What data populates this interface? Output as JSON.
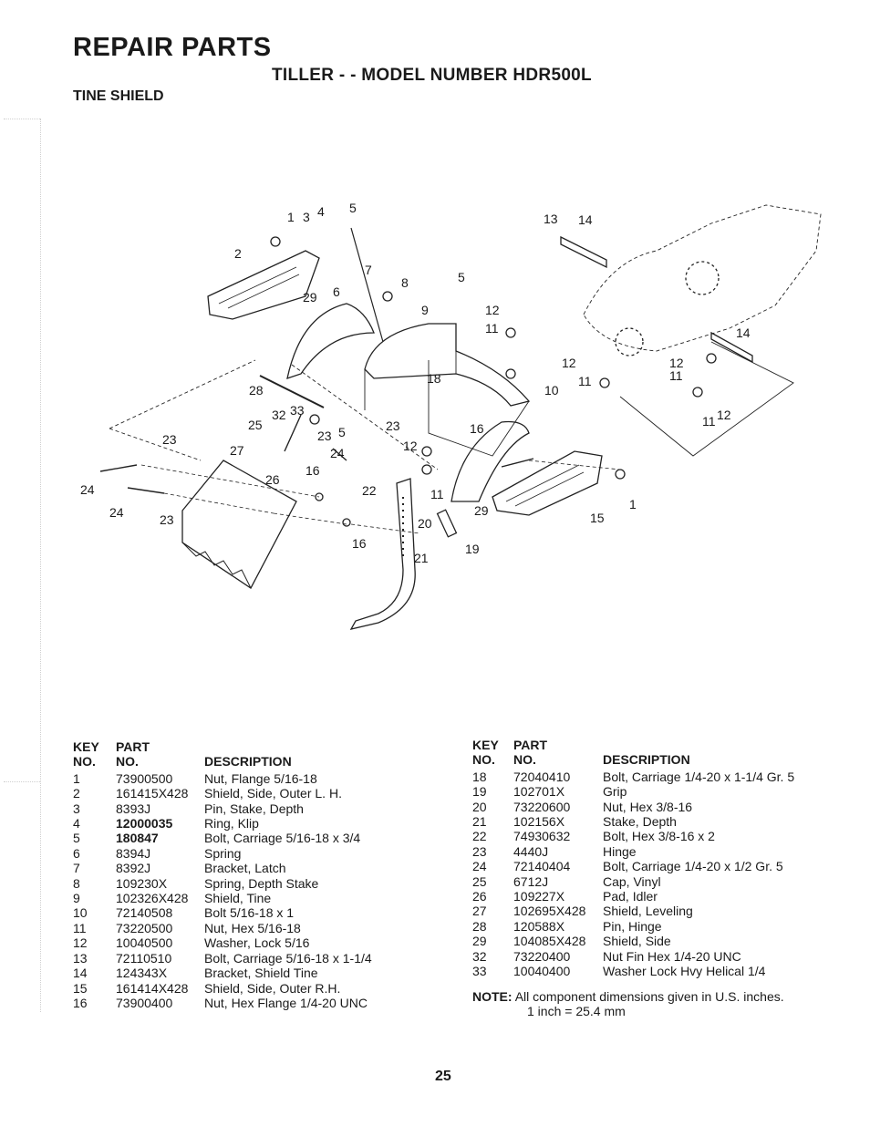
{
  "header": {
    "title": "REPAIR PARTS",
    "subtitle": "TILLER - - MODEL NUMBER HDR500L",
    "section": "TINE SHIELD"
  },
  "diagram": {
    "callouts": [
      "1",
      "4",
      "5",
      "3",
      "2",
      "29",
      "6",
      "7",
      "8",
      "9",
      "5",
      "13",
      "14",
      "12",
      "11",
      "14",
      "12",
      "11",
      "12",
      "11",
      "18",
      "10",
      "28",
      "32",
      "33",
      "25",
      "23",
      "5",
      "23",
      "12",
      "16",
      "23",
      "27",
      "24",
      "16",
      "26",
      "22",
      "11",
      "29",
      "24",
      "24",
      "23",
      "16",
      "20",
      "19",
      "21",
      "1",
      "15"
    ]
  },
  "table_headers": {
    "key": "KEY",
    "no": "NO.",
    "part": "PART",
    "part_no": "NO.",
    "description": "DESCRIPTION"
  },
  "parts_left": [
    {
      "key": "1",
      "part": "73900500",
      "desc": "Nut, Flange 5/16-18"
    },
    {
      "key": "2",
      "part": "161415X428",
      "desc": "Shield, Side, Outer L. H."
    },
    {
      "key": "3",
      "part": "8393J",
      "desc": "Pin, Stake, Depth"
    },
    {
      "key": "4",
      "part": "12000035",
      "desc": "Ring, Klip"
    },
    {
      "key": "5",
      "part": "180847",
      "desc": "Bolt, Carriage 5/16-18 x 3/4"
    },
    {
      "key": "6",
      "part": "8394J",
      "desc": "Spring"
    },
    {
      "key": "7",
      "part": "8392J",
      "desc": "Bracket, Latch"
    },
    {
      "key": "8",
      "part": "109230X",
      "desc": "Spring, Depth Stake"
    },
    {
      "key": "9",
      "part": "102326X428",
      "desc": "Shield, Tine"
    },
    {
      "key": "10",
      "part": "72140508",
      "desc": "Bolt 5/16-18 x 1"
    },
    {
      "key": "11",
      "part": "73220500",
      "desc": "Nut, Hex 5/16-18"
    },
    {
      "key": "12",
      "part": "10040500",
      "desc": "Washer, Lock 5/16"
    },
    {
      "key": "13",
      "part": "72110510",
      "desc": "Bolt, Carriage 5/16-18 x 1-1/4"
    },
    {
      "key": "14",
      "part": "124343X",
      "desc": "Bracket, Shield Tine"
    },
    {
      "key": "15",
      "part": "161414X428",
      "desc": "Shield, Side, Outer R.H."
    },
    {
      "key": "16",
      "part": "73900400",
      "desc": "Nut, Hex Flange 1/4-20 UNC"
    }
  ],
  "parts_right": [
    {
      "key": "18",
      "part": "72040410",
      "desc": "Bolt, Carriage 1/4-20 x 1-1/4 Gr. 5"
    },
    {
      "key": "19",
      "part": "102701X",
      "desc": "Grip"
    },
    {
      "key": "20",
      "part": "73220600",
      "desc": "Nut, Hex 3/8-16"
    },
    {
      "key": "21",
      "part": "102156X",
      "desc": "Stake, Depth"
    },
    {
      "key": "22",
      "part": "74930632",
      "desc": "Bolt, Hex 3/8-16 x 2"
    },
    {
      "key": "23",
      "part": "4440J",
      "desc": "Hinge"
    },
    {
      "key": "24",
      "part": "72140404",
      "desc": "Bolt, Carriage 1/4-20 x 1/2 Gr. 5"
    },
    {
      "key": "25",
      "part": "6712J",
      "desc": "Cap, Vinyl"
    },
    {
      "key": "26",
      "part": "109227X",
      "desc": "Pad, Idler"
    },
    {
      "key": "27",
      "part": "102695X428",
      "desc": "Shield, Leveling"
    },
    {
      "key": "28",
      "part": "120588X",
      "desc": "Pin, Hinge"
    },
    {
      "key": "29",
      "part": "104085X428",
      "desc": "Shield, Side"
    },
    {
      "key": "32",
      "part": "73220400",
      "desc": "Nut Fin Hex 1/4-20 UNC"
    },
    {
      "key": "33",
      "part": "10040400",
      "desc": "Washer Lock Hvy Helical 1/4"
    }
  ],
  "note": {
    "label": "NOTE:",
    "text": "All component dimensions given in U.S. inches.",
    "conversion": "1 inch = 25.4 mm"
  },
  "page_number": "25"
}
